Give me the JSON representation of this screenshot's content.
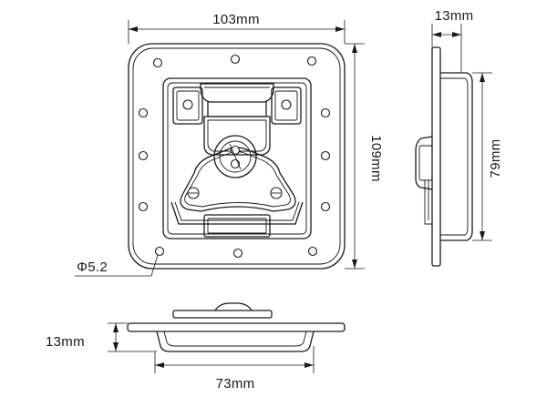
{
  "dimensions": {
    "front_width": "103mm",
    "front_height": "109mm",
    "hole_diameter": "Φ5.2",
    "side_depth": "13mm",
    "side_height": "79mm",
    "bottom_depth": "13mm",
    "bottom_width": "73mm"
  },
  "colors": {
    "line": "#1a1a1a",
    "background": "#ffffff"
  }
}
